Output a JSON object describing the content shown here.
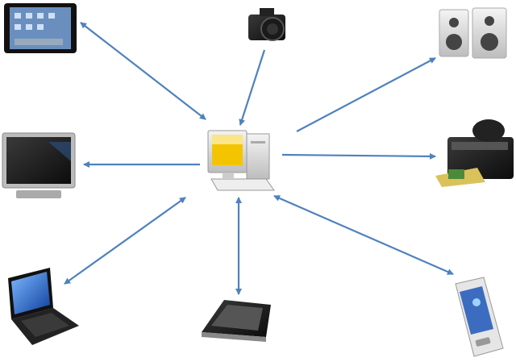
{
  "colors": {
    "arrow": "#4f81bd",
    "background": "#ffffff",
    "screen_yellow": "#f5c400"
  },
  "hub": {
    "icon": "desktop-computer-icon"
  },
  "devices": [
    {
      "icon": "tablet-icon",
      "direction": "bidirectional"
    },
    {
      "icon": "camera-icon",
      "direction": "to-hub"
    },
    {
      "icon": "speakers-icon",
      "direction": "from-hub"
    },
    {
      "icon": "printer-icon",
      "direction": "from-hub"
    },
    {
      "icon": "monitor-tv-icon",
      "direction": "from-hub"
    },
    {
      "icon": "laptop-icon",
      "direction": "bidirectional"
    },
    {
      "icon": "scanner-icon",
      "direction": "bidirectional"
    },
    {
      "icon": "smartphone-icon",
      "direction": "bidirectional"
    }
  ]
}
